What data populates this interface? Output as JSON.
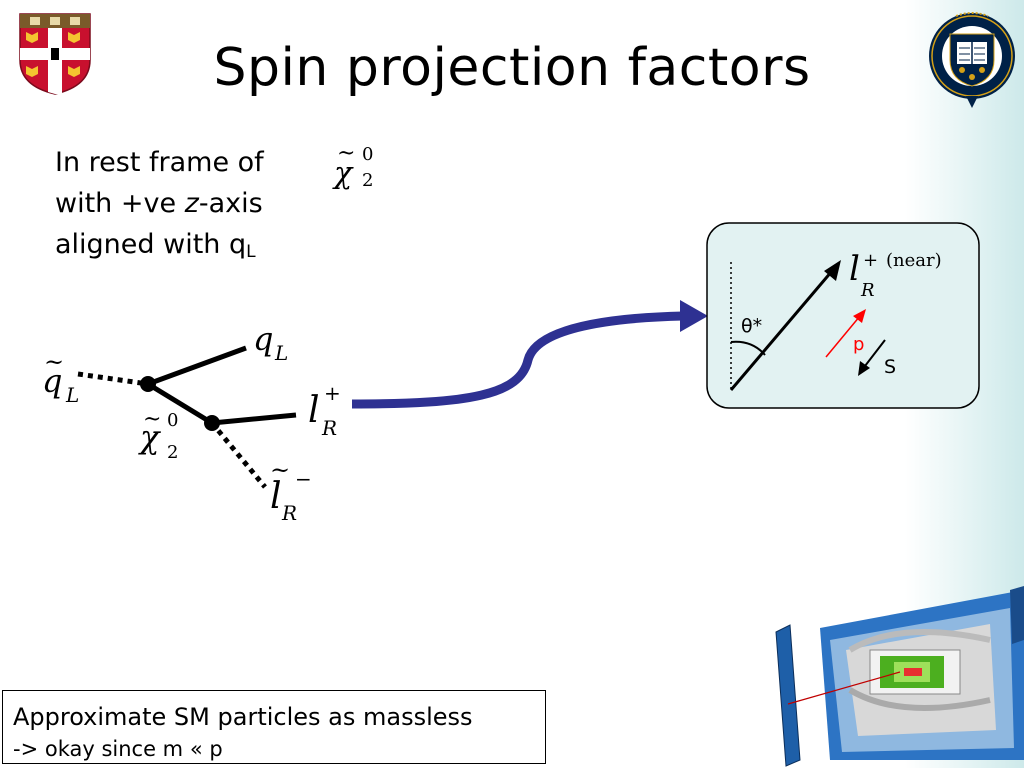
{
  "slide": {
    "title": "Spin projection factors",
    "intro_line1": "In rest frame of",
    "intro_line2_pre": "with +ve ",
    "intro_line2_axis": "z",
    "intro_line2_post": "-axis",
    "intro_line3": "aligned with q",
    "intro_line3_sub": "L"
  },
  "diagram": {
    "squark": "q",
    "squark_sub": "L",
    "quark": "q",
    "quark_sub": "L",
    "neutralino": "χ",
    "neutralino_sup": "0",
    "neutralino_sub": "2",
    "lepton": "l",
    "lepton_sup": "+",
    "lepton_sub": "R",
    "slepton": "l",
    "slepton_sup": "−",
    "slepton_sub": "R"
  },
  "inset": {
    "lepton": "l",
    "lepton_sup": "+",
    "lepton_sub": "R",
    "near_label": "(near)",
    "angle_label": "θ*",
    "momentum_label": "p",
    "spin_label": "S"
  },
  "note": {
    "line1": "Approximate SM particles as massless",
    "line2": "-> okay since m « p"
  },
  "colors": {
    "arrow": "#2e3192",
    "inset_bg": "#e2f2f2",
    "momentum": "#ff0000",
    "logo_cambridge_red": "#c8102e",
    "logo_oxford_blue": "#002147"
  }
}
